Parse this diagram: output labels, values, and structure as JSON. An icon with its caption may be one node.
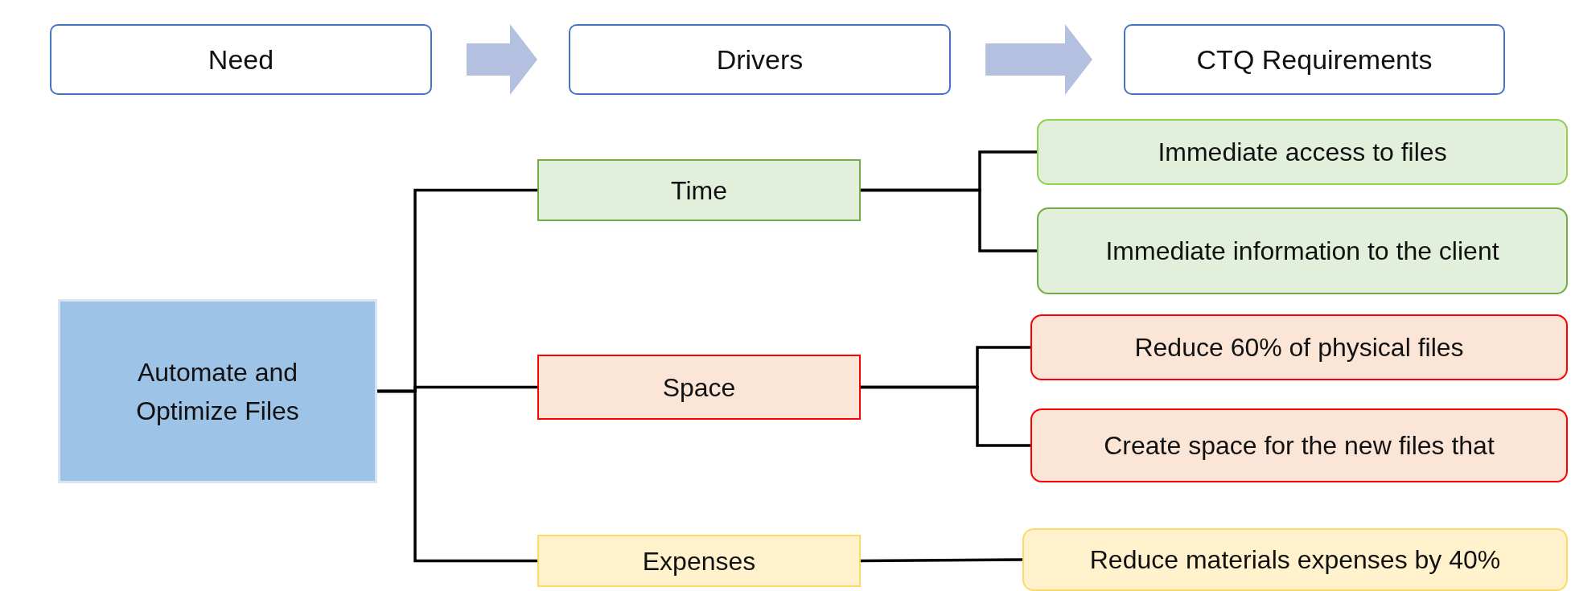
{
  "diagram": {
    "nodes": [
      {
        "text": [
          "Need"
        ]
      },
      {
        "text": [
          "Drivers"
        ]
      },
      {
        "text": [
          "CTQ Requirements"
        ]
      },
      {
        "text": [
          "Automate and Optimize Files"
        ]
      },
      {
        "text": [
          "Time"
        ]
      },
      {
        "text": [
          "Space"
        ]
      },
      {
        "text": [
          "Expenses"
        ]
      },
      {
        "text": [
          "Immediate access to files"
        ]
      },
      {
        "text": [
          "Immediate information to the client"
        ]
      },
      {
        "text": [
          "Reduce 60% of physical files"
        ]
      },
      {
        "text": [
          "Create space for the new files that"
        ]
      },
      {
        "text": [
          "Reduce materials expenses by 40%"
        ]
      }
    ],
    "edges": [
      {
        "from": 0,
        "to": 1,
        "arrow": "to",
        "style": "thick",
        "color": "#b4c0e0"
      },
      {
        "from": 1,
        "to": 2,
        "arrow": "to",
        "style": "thick",
        "color": "#b4c0e0"
      },
      {
        "from": 3,
        "to": 4,
        "arrow": "none"
      },
      {
        "from": 3,
        "to": 5,
        "arrow": "none"
      },
      {
        "from": 3,
        "to": 6,
        "arrow": "none"
      },
      {
        "from": 4,
        "to": 7,
        "arrow": "none"
      },
      {
        "from": 4,
        "to": 8,
        "arrow": "none"
      },
      {
        "from": 5,
        "to": 9,
        "arrow": "none"
      },
      {
        "from": 5,
        "to": 10,
        "arrow": "none"
      },
      {
        "from": 6,
        "to": 11,
        "arrow": "none"
      }
    ]
  }
}
